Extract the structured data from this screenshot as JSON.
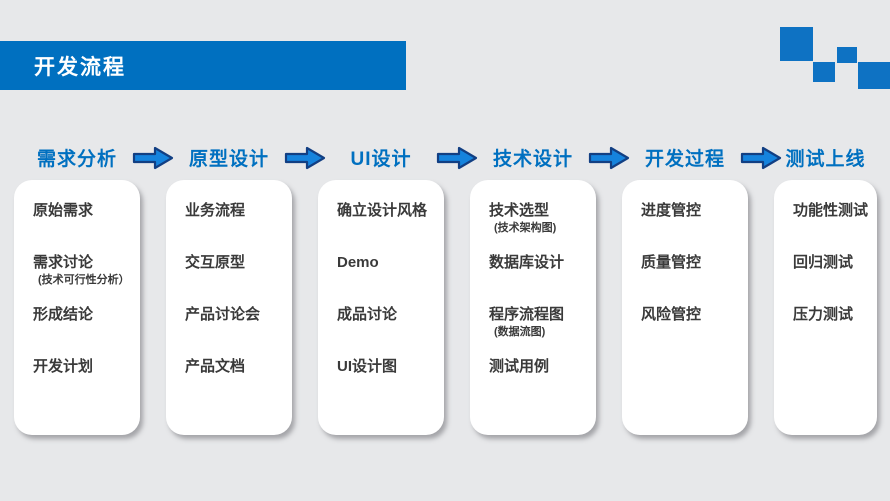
{
  "page": {
    "background_color": "#e7e8ea",
    "accent_blue": "#0070c0",
    "arrow_fill": "#1583dd",
    "arrow_stroke": "#123f83",
    "card_text_color": "#3a3a3a"
  },
  "title_bar": {
    "label": "开发流程"
  },
  "decoration": {
    "name": "corner-squares",
    "color": "#0e72c3",
    "square_count": 4
  },
  "icons": {
    "flow_arrow": "right-block-arrow"
  },
  "flow": {
    "columns": [
      {
        "header": "需求分析",
        "items": [
          {
            "label": "原始需求"
          },
          {
            "label": "需求讨论",
            "sub": "(技术可行性分析）"
          },
          {
            "label": "形成结论"
          },
          {
            "label": "开发计划"
          }
        ]
      },
      {
        "header": "原型设计",
        "items": [
          {
            "label": "业务流程"
          },
          {
            "label": "交互原型"
          },
          {
            "label": "产品讨论会"
          },
          {
            "label": "产品文档"
          }
        ]
      },
      {
        "header": "UI设计",
        "items": [
          {
            "label": "确立设计风格"
          },
          {
            "label": "Demo"
          },
          {
            "label": "成品讨论"
          },
          {
            "label": "UI设计图"
          }
        ]
      },
      {
        "header": "技术设计",
        "items": [
          {
            "label": "技术选型",
            "sub": "(技术架构图)"
          },
          {
            "label": "数据库设计"
          },
          {
            "label": "程序流程图",
            "sub": "(数据流图)"
          },
          {
            "label": "测试用例"
          }
        ]
      },
      {
        "header": "开发过程",
        "items": [
          {
            "label": "进度管控"
          },
          {
            "label": "质量管控"
          },
          {
            "label": "风险管控"
          }
        ]
      },
      {
        "header": "测试上线",
        "items": [
          {
            "label": "功能性测试"
          },
          {
            "label": "回归测试"
          },
          {
            "label": "压力测试"
          }
        ]
      }
    ]
  }
}
